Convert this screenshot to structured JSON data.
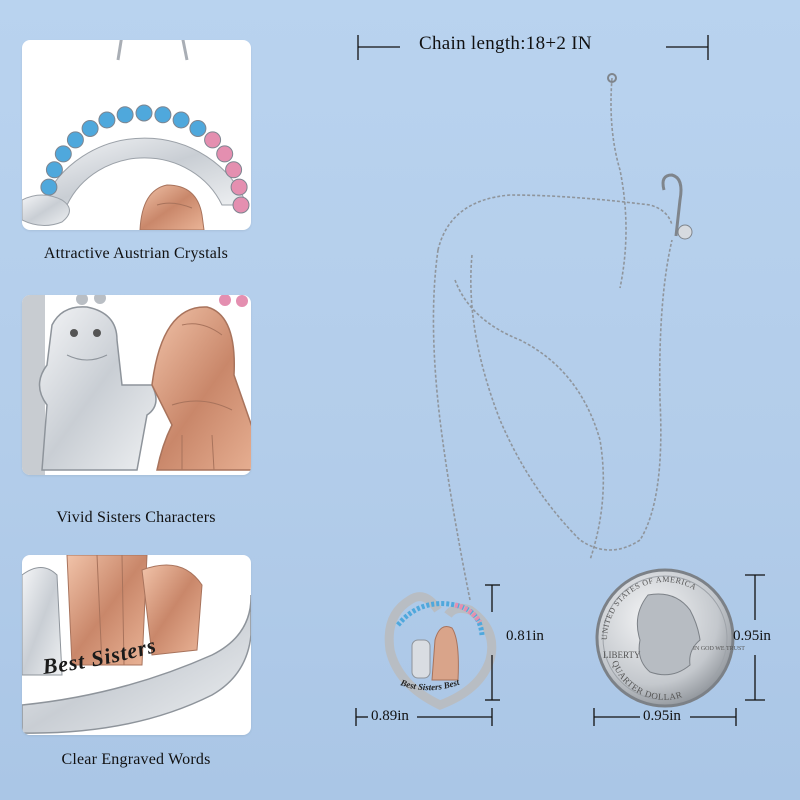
{
  "features": [
    {
      "caption": "Attractive Austrian Crystals",
      "icon": "crystal-rainbow-closeup"
    },
    {
      "caption": "Vivid Sisters Characters",
      "icon": "sisters-figures-closeup"
    },
    {
      "caption": "Clear Engraved Words",
      "icon": "engraving-closeup",
      "engraving": "Best Sisters"
    }
  ],
  "chain_length_label": "Chain length:18+2 IN",
  "pendant": {
    "height_label": "0.81in",
    "width_label": "0.89in",
    "engraving": "Best Sisters Best"
  },
  "coin": {
    "height_label": "0.95in",
    "width_label": "0.95in",
    "top_text": "UNITED STATES OF AMERICA",
    "liberty": "LIBERTY",
    "bottom_text": "QUARTER DOLLAR",
    "motto": "IN GOD WE TRUST"
  },
  "colors": {
    "background": "#b7d1ee",
    "silver": "#d9dde2",
    "rose_gold": "#d9a48a",
    "blue_crystal": "#4fa8dc",
    "pink_crystal": "#e48fb0"
  }
}
